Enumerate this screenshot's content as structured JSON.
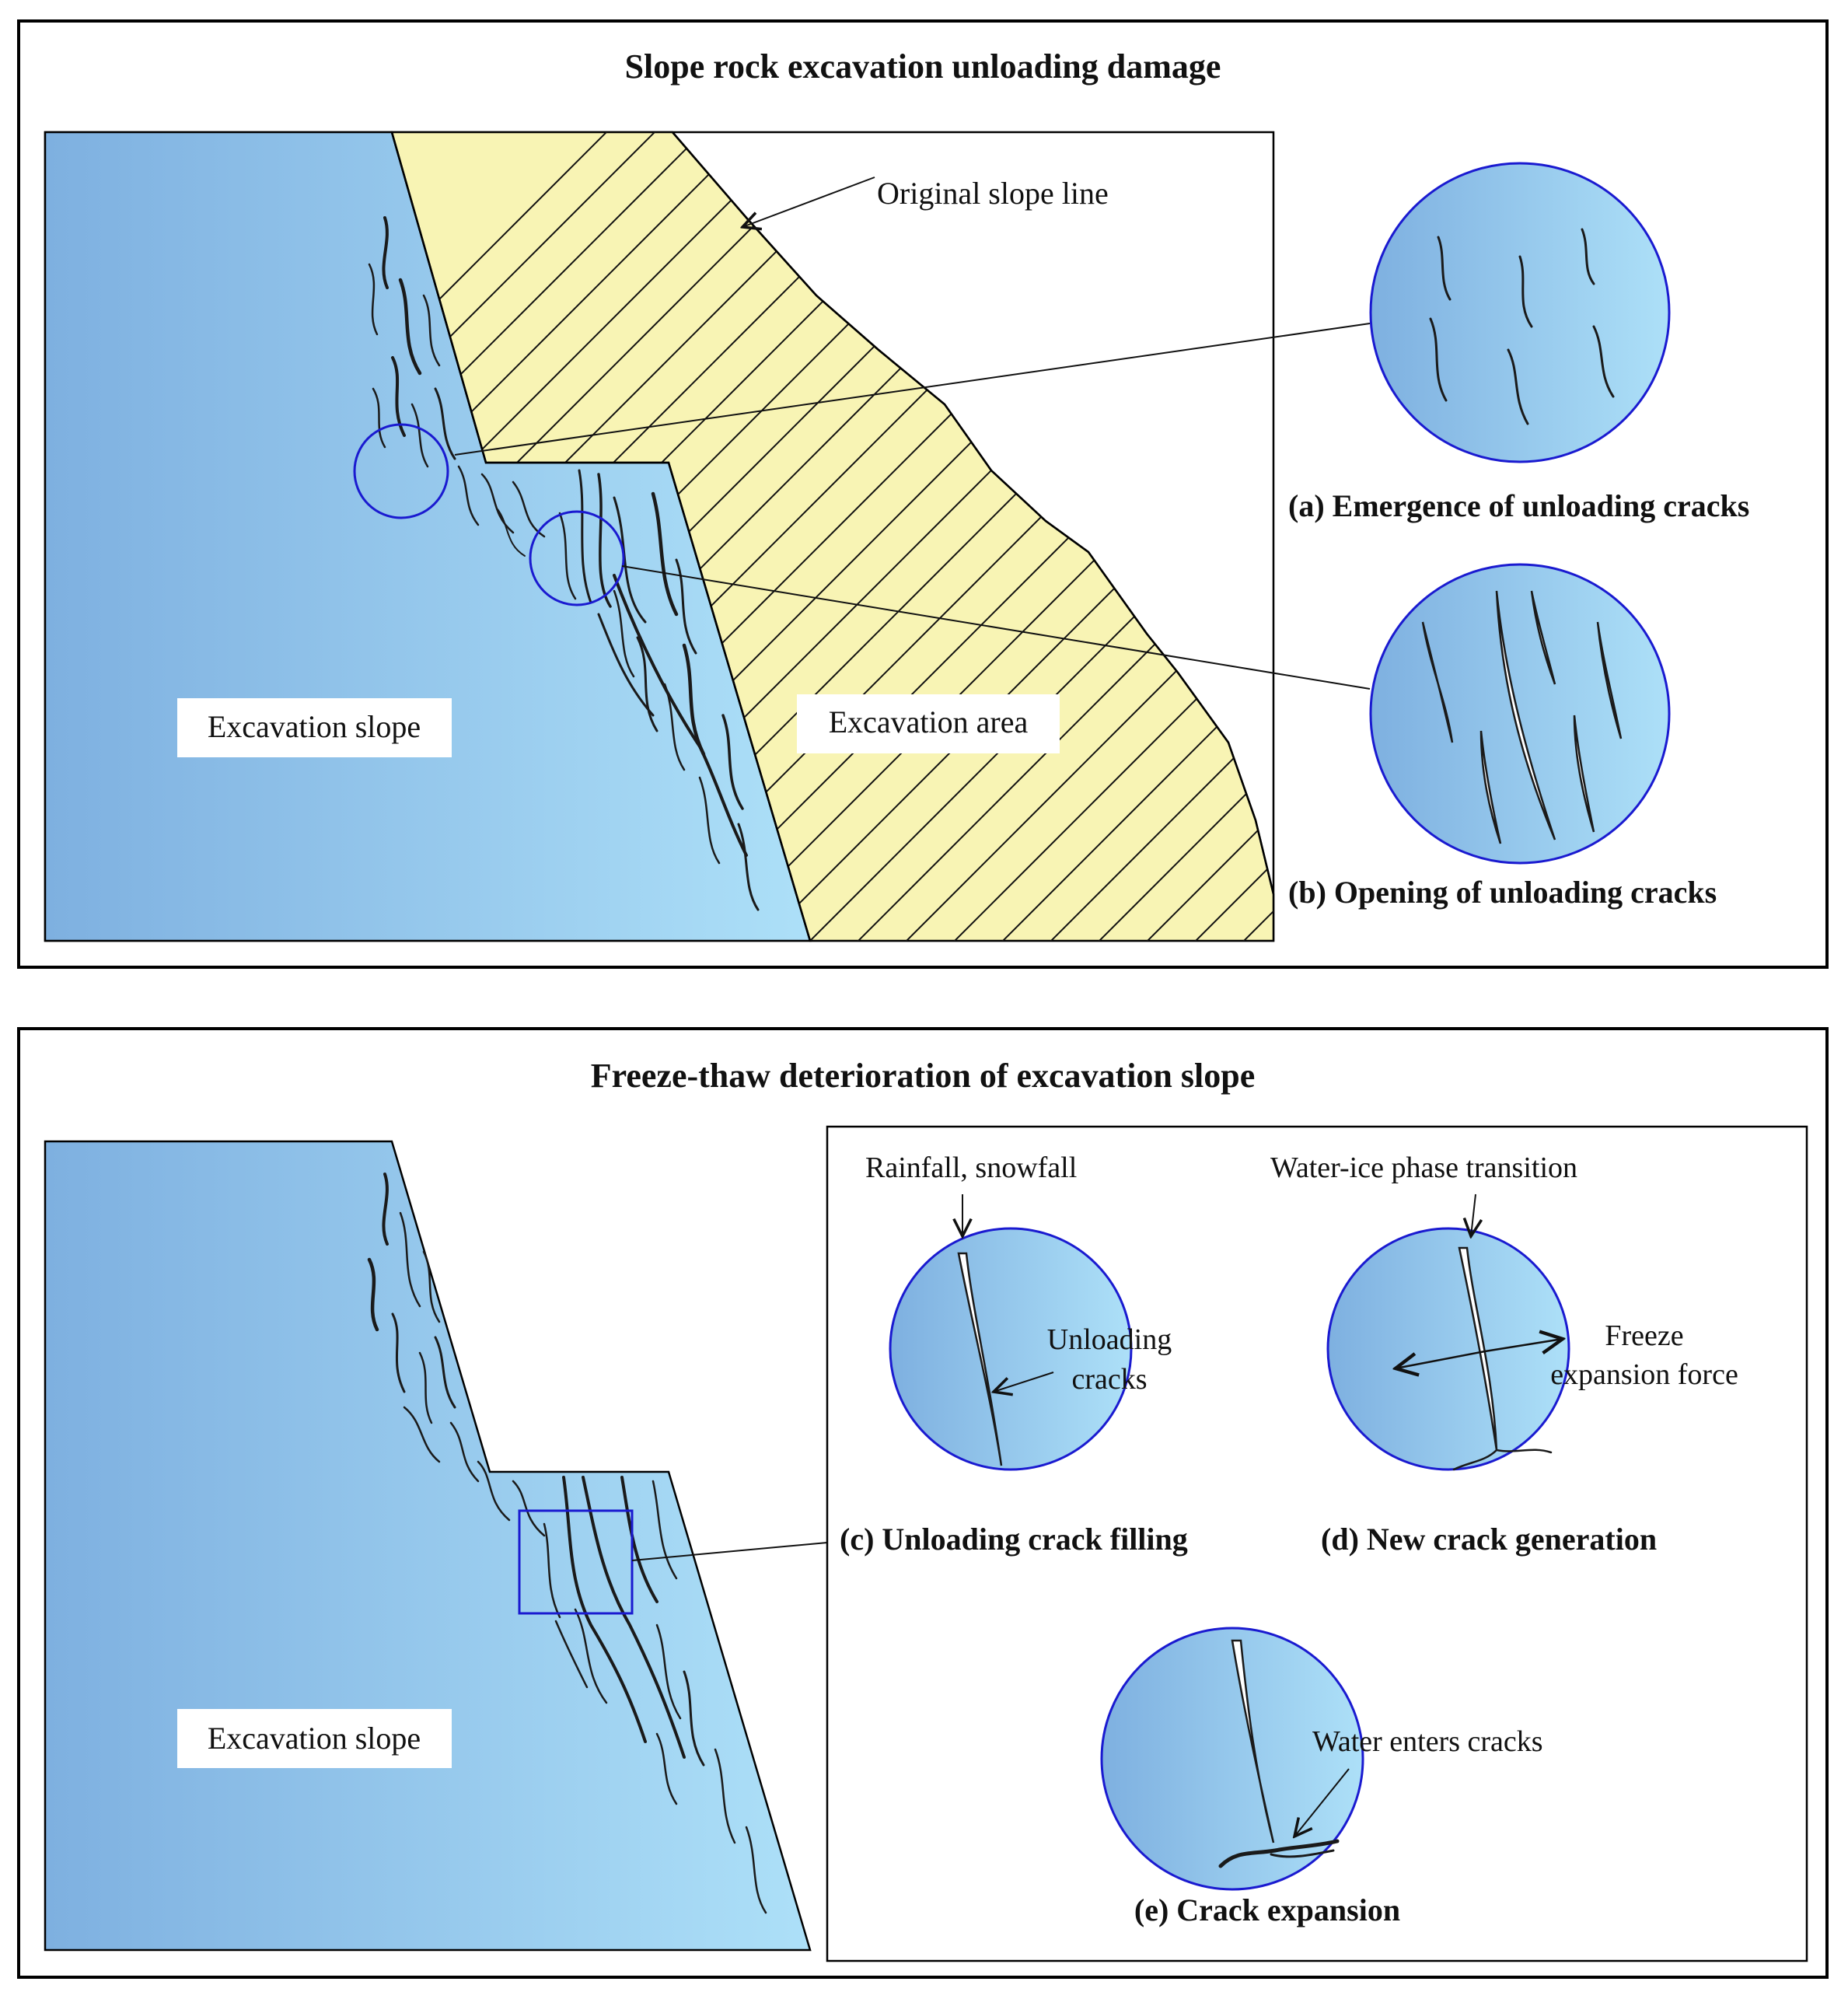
{
  "panels": {
    "top": {
      "title": "Slope rock excavation unloading damage",
      "labels": {
        "original_slope_line": "Original slope line",
        "excavation_slope": "Excavation slope",
        "excavation_area": "Excavation area"
      },
      "captions": {
        "a": "(a) Emergence of unloading cracks",
        "b": "(b) Opening of unloading cracks"
      }
    },
    "bottom": {
      "title": "Freeze-thaw deterioration of excavation slope",
      "labels": {
        "excavation_slope": "Excavation slope",
        "rainfall_snowfall": "Rainfall, snowfall",
        "unloading_line1": "Unloading",
        "unloading_line2": "cracks",
        "water_ice_transition": "Water-ice phase transition",
        "freeze_line1": "Freeze",
        "freeze_line2": "expansion force",
        "water_enters": "Water enters  cracks"
      },
      "captions": {
        "c": "(c) Unloading crack filling",
        "d": "(d) New crack generation",
        "e": "(e) Crack expansion"
      }
    }
  },
  "colors": {
    "rock_gradient_start": "#7eb0e0",
    "rock_gradient_end": "#ade0f8",
    "excavation_fill": "#f8f4b4",
    "circle_stroke": "#1a1ad0",
    "frame": "#000000"
  }
}
